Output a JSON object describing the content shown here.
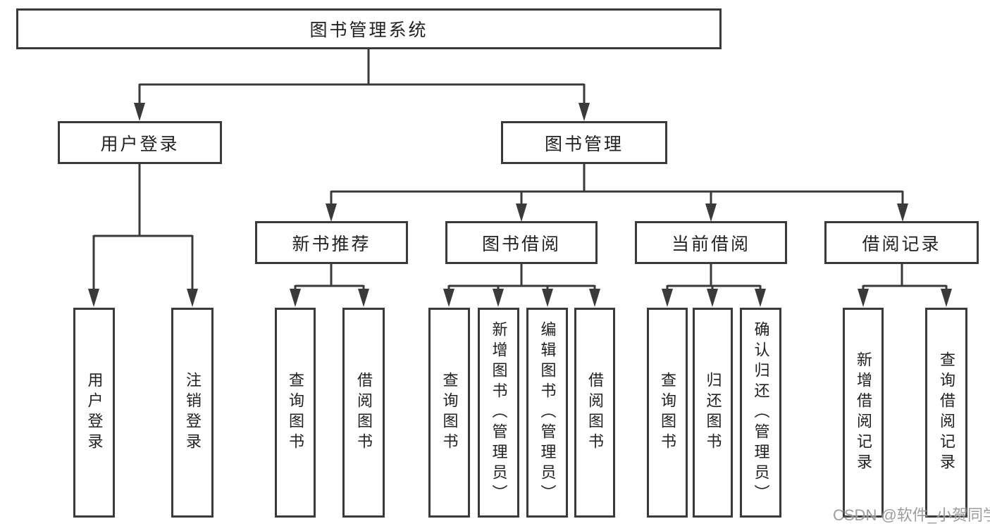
{
  "diagram": {
    "root": {
      "label": "图书管理系统"
    },
    "level2": {
      "user_login": {
        "label": "用户登录"
      },
      "book_management": {
        "label": "图书管理"
      }
    },
    "level3": {
      "new_book_recommend": {
        "label": "新书推荐"
      },
      "book_borrowing": {
        "label": "图书借阅"
      },
      "current_borrowing": {
        "label": "当前借阅"
      },
      "borrowing_records": {
        "label": "借阅记录"
      }
    },
    "leaves": {
      "user_login": [
        "用户登录",
        "注销登录"
      ],
      "new_book_recommend": [
        "查询图书",
        "借阅图书"
      ],
      "book_borrowing": [
        "查询图书",
        "新增图书（管理员）",
        "编辑图书（管理员）",
        "借阅图书"
      ],
      "current_borrowing": [
        "查询图书",
        "归还图书",
        "确认归还（管理员）"
      ],
      "borrowing_records": [
        "新增借阅记录",
        "查询借阅记录"
      ]
    },
    "watermark": "CSDN @软件_小贺同学"
  },
  "colors": {
    "line": "#3a3a3a",
    "text": "#222222",
    "box_background": "#ffffff",
    "watermark": "#8c8c8c",
    "background": "#ffffff"
  }
}
